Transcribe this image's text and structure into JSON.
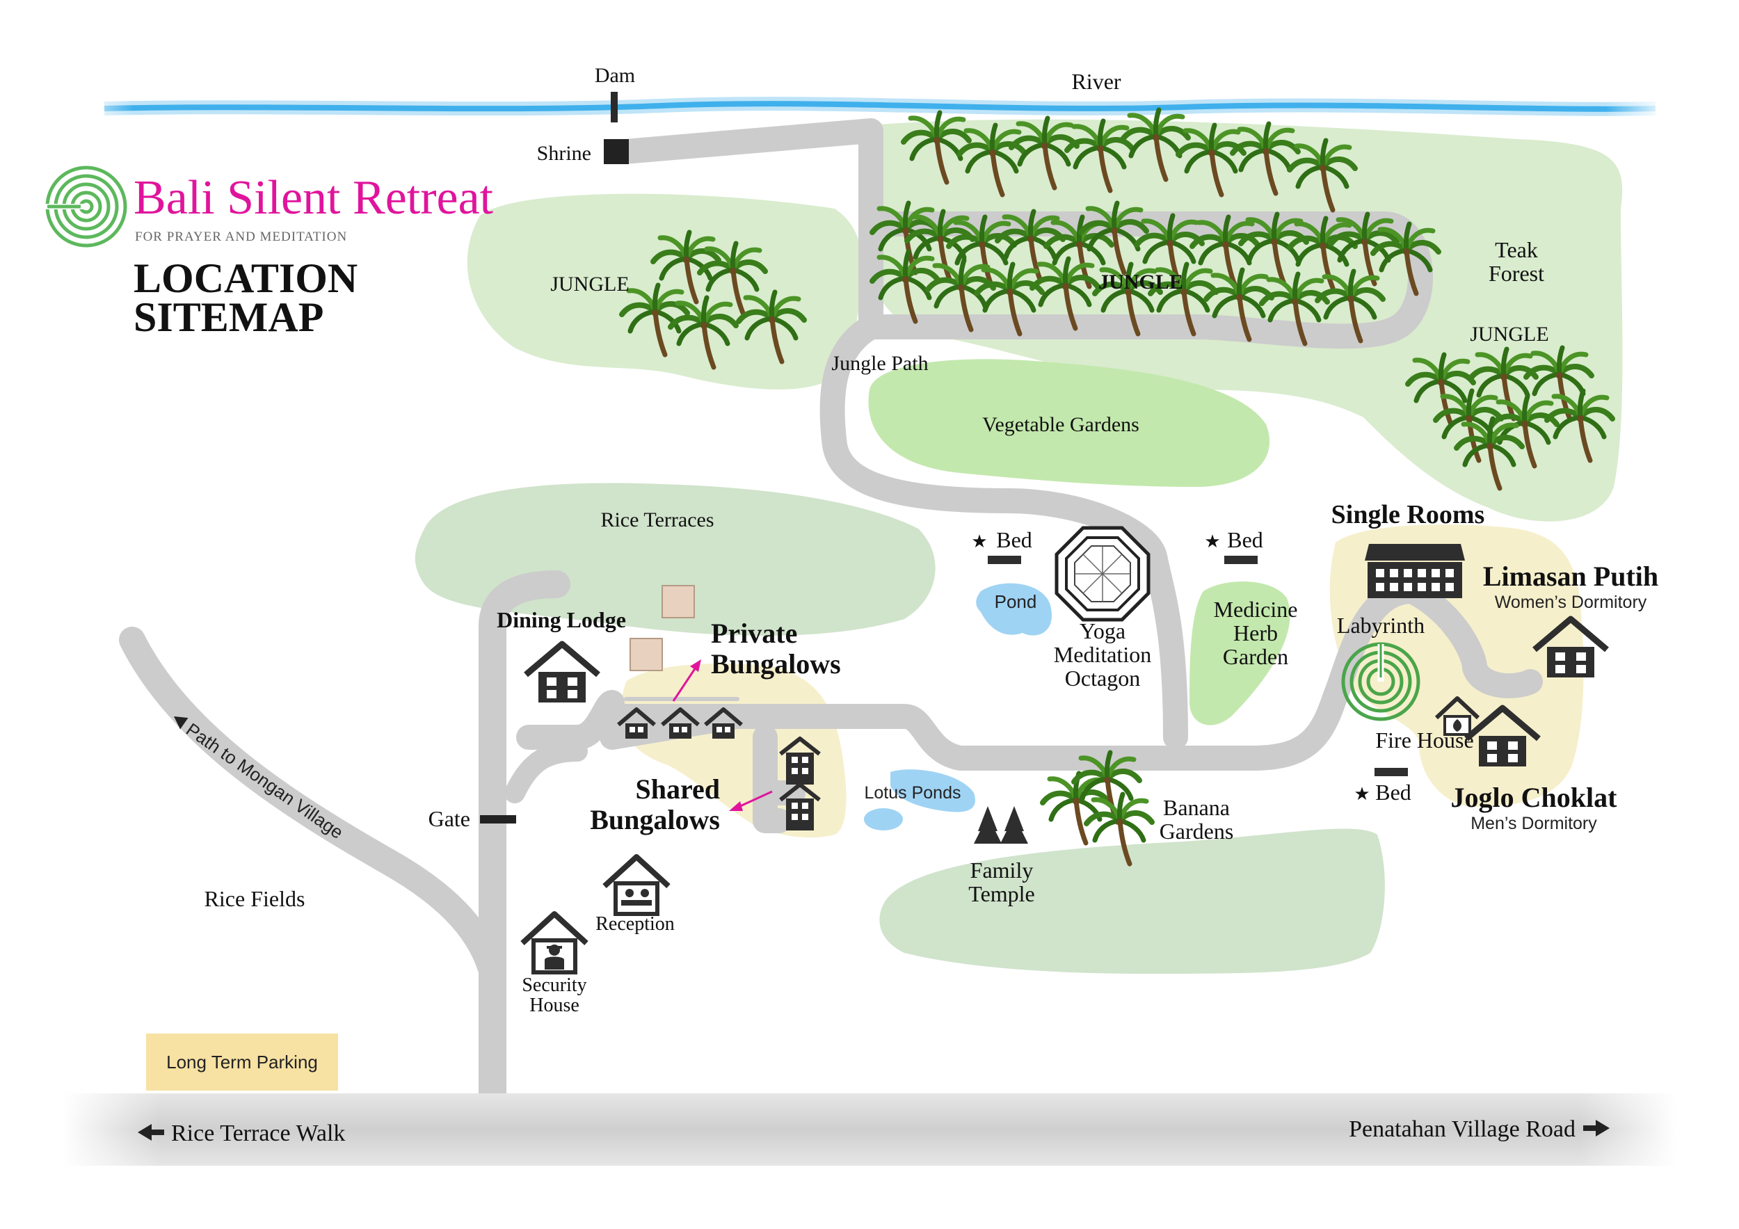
{
  "brand": {
    "name": "Bali Silent Retreat",
    "tagline": "FOR PRAYER AND MEDITATION",
    "title_line1": "LOCATION",
    "title_line2": "SITEMAP",
    "accent_color": "#e0149c",
    "logo_color": "#5cb85c",
    "logo_icon": "labyrinth-icon"
  },
  "labels": {
    "dam": "Dam",
    "river": "River",
    "shrine": "Shrine",
    "jungle_west": "JUNGLE",
    "jungle_center": "JUNGLE",
    "jungle_east": "JUNGLE",
    "teak_forest_1": "Teak",
    "teak_forest_2": "Forest",
    "jungle_path": "Jungle Path",
    "vegetable_gardens": "Vegetable Gardens",
    "rice_terraces": "Rice Terraces",
    "single_rooms": "Single Rooms",
    "bed_1": "Bed",
    "bed_2": "Bed",
    "bed_3": "Bed",
    "pond": "Pond",
    "yoga_1": "Yoga",
    "yoga_2": "Meditation",
    "yoga_3": "Octagon",
    "medicine_1": "Medicine",
    "medicine_2": "Herb",
    "medicine_3": "Garden",
    "labyrinth": "Labyrinth",
    "limasan_putih": "Limasan Putih",
    "womens_dormitory": "Women’s Dormitory",
    "fire_house": "Fire House",
    "joglo_choklat": "Joglo Choklat",
    "mens_dormitory": "Men’s Dormitory",
    "dining_lodge": "Dining Lodge",
    "private_bungalows_1": "Private",
    "private_bungalows_2": "Bungalows",
    "shared_bungalows_1": "Shared",
    "shared_bungalows_2": "Bungalows",
    "lotus_ponds": "Lotus Ponds",
    "banana_1": "Banana",
    "banana_2": "Gardens",
    "family_temple_1": "Family",
    "family_temple_2": "Temple",
    "gate": "Gate",
    "path_to_mongan": "Path to Mongan Village",
    "rice_fields": "Rice Fields",
    "reception": "Reception",
    "security_1": "Security",
    "security_2": "House",
    "long_term_parking": "Long Term Parking",
    "rice_terrace_walk": "Rice Terrace Walk",
    "penatahan_road": "Penatahan Village Road"
  },
  "colors": {
    "river": "#3fb0ec",
    "path": "#c9c9c9",
    "path_edge": "#b4b4b4",
    "jungle": "#d7ebcc",
    "garden": "#c3e8ad",
    "terrace": "#d0e3cb",
    "accommodation": "#f6efcc",
    "water": "#9fd3f4",
    "building": "#303030",
    "palm": "#3f8a1e",
    "trunk": "#7a5a2e",
    "arrow": "#e0149c"
  }
}
